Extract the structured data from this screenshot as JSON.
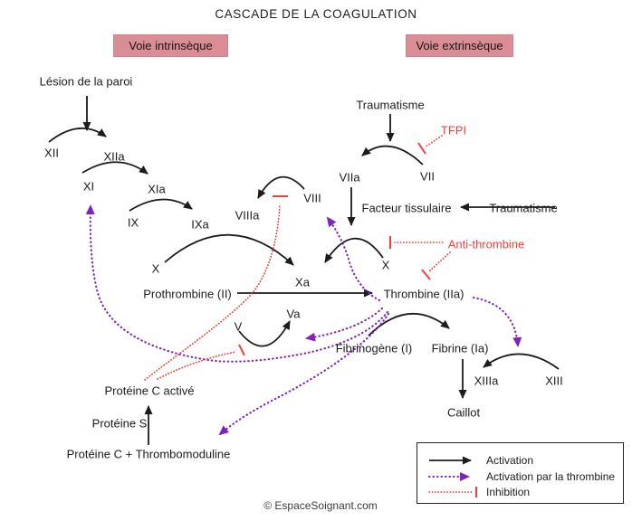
{
  "title": "CASCADE DE LA COAGULATION",
  "pathways": {
    "intrinsic": "Voie intrinsèque",
    "extrinsic": "Voie extrinsèque"
  },
  "nodes": {
    "lesion": "Lésion de la paroi",
    "xii": "XII",
    "xiia": "XIIa",
    "xi": "XI",
    "xia": "XIa",
    "ix": "IX",
    "ixa": "IXa",
    "viiia": "VIIIa",
    "viii": "VIII",
    "trauma_top": "Traumatisme",
    "tfpi": "TFPI",
    "viia": "VIIa",
    "vii": "VII",
    "tissue_factor": "Facteur tissulaire",
    "trauma_right": "Traumatisme",
    "antithrombin": "Anti-thrombine",
    "x_left": "X",
    "xa": "Xa",
    "x_right": "X",
    "prothrombin": "Prothrombine (II)",
    "thrombin": "Thrombine (IIa)",
    "v": "V",
    "va": "Va",
    "fibrinogen": "Fibrinogène (I)",
    "fibrin": "Fibrine (Ia)",
    "xiiia": "XIIIa",
    "xiii": "XIII",
    "clot": "Caillot",
    "protein_c_activated": "Protéine C activé",
    "protein_s": "Protéine S",
    "protein_c_thrombomodulin": "Protéine C + Thrombomoduline"
  },
  "legend": {
    "activation": "Activation",
    "thrombin_activation": "Activation par la thrombine",
    "inhibition": "Inhibition"
  },
  "colors": {
    "pathway_box": "#db8d95",
    "activation": "#1c1c1c",
    "thrombin_activation": "#7e22c0",
    "inhibition": "#f0403c"
  },
  "footer": "© EspaceSoignant.com"
}
